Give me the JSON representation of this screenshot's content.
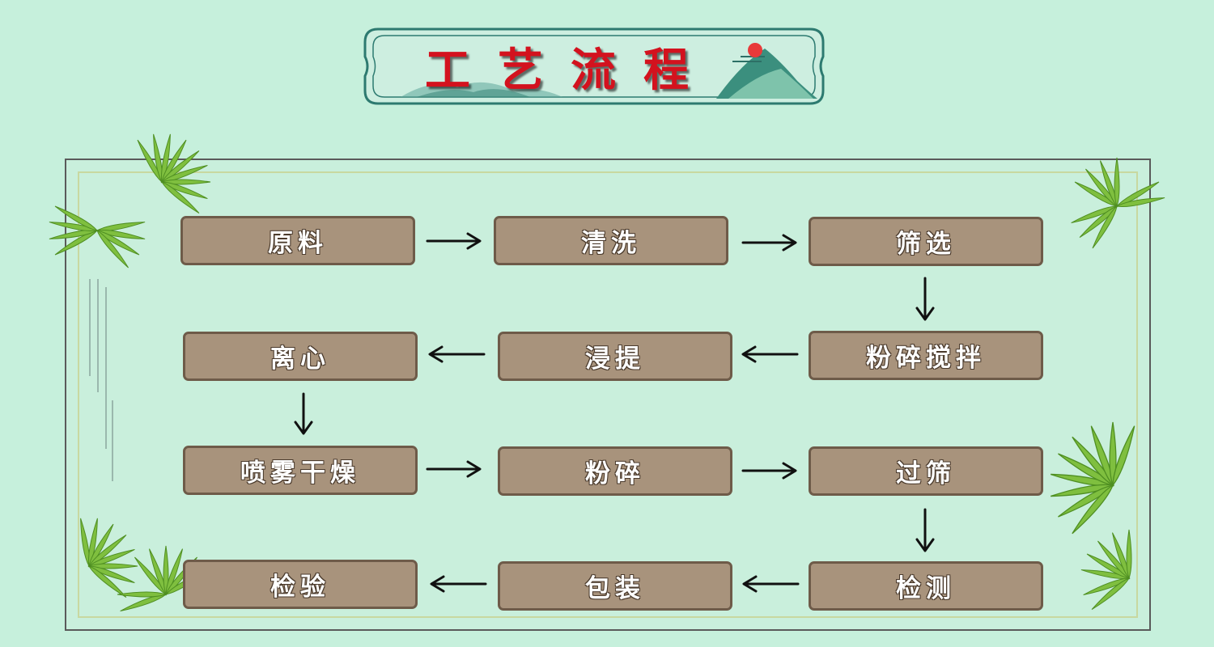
{
  "title": "工艺流程",
  "steps": {
    "s1": "原料",
    "s2": "清洗",
    "s3": "筛选",
    "s4": "粉碎搅拌",
    "s5": "浸提",
    "s6": "离心",
    "s7": "喷雾干燥",
    "s8": "粉碎",
    "s9": "过筛",
    "s10": "检测",
    "s11": "包装",
    "s12": "检验"
  },
  "colors": {
    "background": "#c6f0dc",
    "title_red": "#d3121e",
    "box_fill": "#a8937c",
    "box_border": "#6e5b49"
  }
}
